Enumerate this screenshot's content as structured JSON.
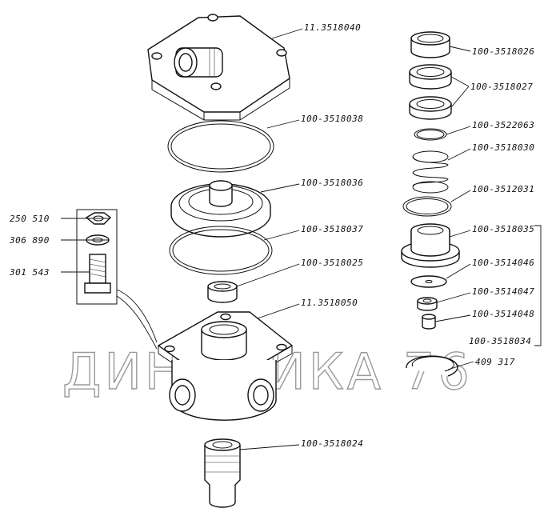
{
  "diagram": {
    "watermark": "ДИНАМИКА 76",
    "labels": {
      "cover": "11.3518040",
      "gasket_ring_upper": "100-3518038",
      "diaphragm": "100-3518036",
      "gasket_ring_lower": "100-3518037",
      "seat": "100-3518025",
      "body": "11.3518050",
      "outlet_fitting": "100-3518024",
      "nut": "250 510",
      "washer": "306 890",
      "bolt": "301 543",
      "sleeve_top": "100-3518026",
      "sleeve_rings": "100-3518027",
      "o_ring_small": "100-3522063",
      "spring": "100-3518030",
      "o_ring": "100-3512031",
      "valve_piston": "100-3518035",
      "valve_disc": "100-3514046",
      "valve_cap": "100-3514047",
      "valve_pin": "100-3514048",
      "valve_assembly": "100-3518034",
      "snap_ring": "409 317"
    }
  }
}
